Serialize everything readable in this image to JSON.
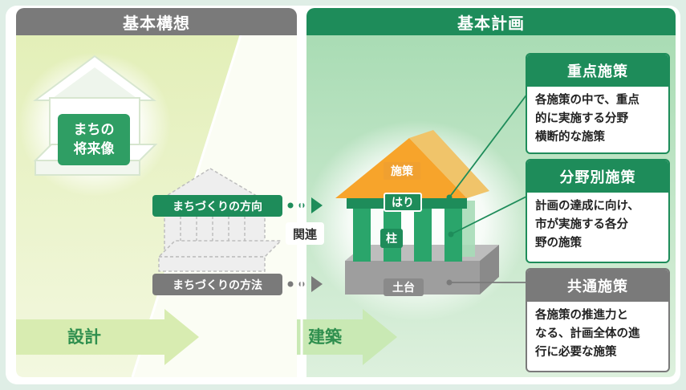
{
  "headers": {
    "left": "基本構想",
    "right": "基本計画"
  },
  "vision_house": {
    "line1": "まちの",
    "line2": "将来像"
  },
  "direction_label": "まちづくりの方向",
  "method_label": "まちづくりの方法",
  "relation_label": "関連",
  "design_label": "設計",
  "construction_label": "建築",
  "building_labels": {
    "roof": "施策",
    "beam": "はり",
    "pillar": "柱",
    "base": "土台"
  },
  "cards": [
    {
      "title": "重点施策",
      "lines": [
        "各施策の中で、重点",
        "的に実施する分野",
        "横断的な施策"
      ]
    },
    {
      "title": "分野別施策",
      "lines": [
        "計画の達成に向け、",
        "市が実施する各分",
        "野の施策"
      ]
    },
    {
      "title": "共通施策",
      "lines": [
        "各施策の推進力と",
        "なる、計画全体の進",
        "行に必要な施策"
      ]
    }
  ],
  "colors": {
    "accent_green": "#1e8c5a",
    "gray": "#7a7a7a",
    "roof_orange": "#f7a42b",
    "light_green_panel": "#d9ecad"
  }
}
